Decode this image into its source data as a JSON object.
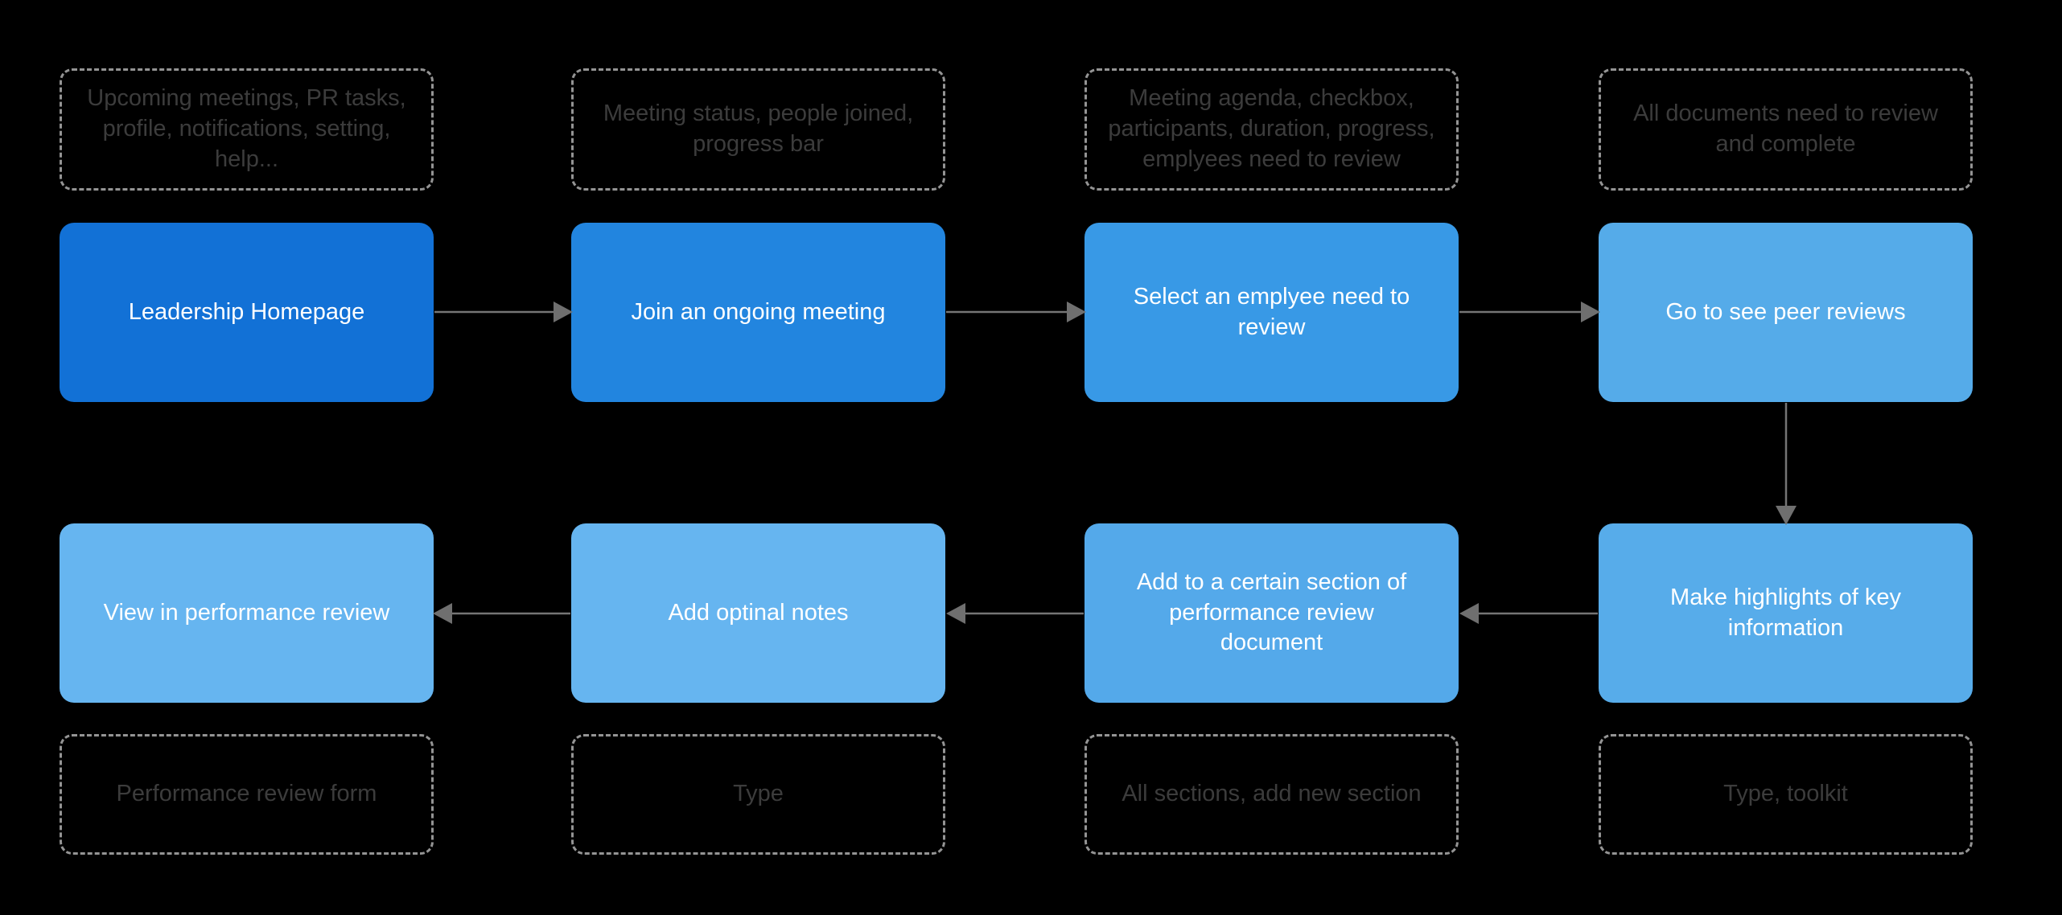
{
  "theme": {
    "background": "#000000",
    "note_border_color": "#949494",
    "note_text_color": "#3C3C3C",
    "node_text_color": "#FFFFFF",
    "arrow_color": "#757575"
  },
  "top_notes": [
    {
      "text": "Upcoming meetings, PR tasks, profile, notifications, setting, help..."
    },
    {
      "text": "Meeting status, people joined, progress bar"
    },
    {
      "text": "Meeting agenda, checkbox, participants, duration, progress, emplyees need to review"
    },
    {
      "text": "All documents need to review and complete"
    }
  ],
  "row1_nodes": [
    {
      "label": "Leadership Homepage",
      "color": "#1271D6"
    },
    {
      "label": "Join an ongoing meeting",
      "color": "#2285DF"
    },
    {
      "label": "Select an emplyee need to review",
      "color": "#3899E6"
    },
    {
      "label": "Go to see peer reviews",
      "color": "#55ABE9"
    }
  ],
  "row2_nodes": [
    {
      "label": "View in performance review",
      "color": "#66B5F0"
    },
    {
      "label": "Add optinal notes",
      "color": "#66B5F0"
    },
    {
      "label": "Add to a certain section of performance review document",
      "color": "#54A9EA"
    },
    {
      "label": "Make highlights of key information",
      "color": "#57ACEA"
    }
  ],
  "bottom_notes": [
    {
      "text": "Performance review form"
    },
    {
      "text": "Type"
    },
    {
      "text": "All sections, add new section"
    },
    {
      "text": "Type, toolkit"
    }
  ]
}
